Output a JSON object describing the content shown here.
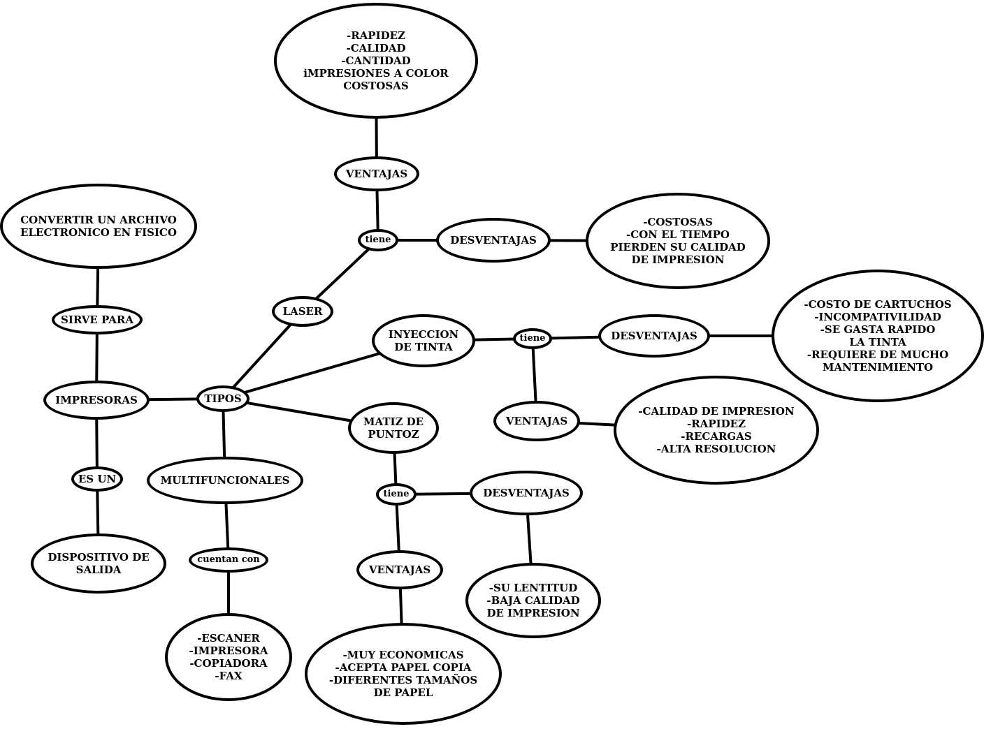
{
  "diagram": {
    "nodes": {
      "convertir": {
        "text": "CONVERTIR UN ARCHIVO\nELECTRONICO EN FISICO"
      },
      "sirve_para": {
        "text": "SIRVE PARA"
      },
      "impresoras": {
        "text": "IMPRESORAS"
      },
      "es_un": {
        "text": "ES UN"
      },
      "dispositivo": {
        "text": "DISPOSITIVO DE\nSALIDA"
      },
      "tipos": {
        "text": "TIPOS"
      },
      "multifuncionales": {
        "text": "MULTIFUNCIONALES"
      },
      "cuentan_con": {
        "text": "cuentan con"
      },
      "multi_items": {
        "text": "-ESCANER\n-IMPRESORA\n-COPIADORA\n-FAX"
      },
      "laser": {
        "text": "LASER"
      },
      "laser_tiene": {
        "text": "tiene"
      },
      "laser_ventajas": {
        "text": "VENTAJAS"
      },
      "laser_ventajas_items": {
        "text": "-RAPIDEZ\n-CALIDAD\n-CANTIDAD\niMPRESIONES A COLOR\nCOSTOSAS"
      },
      "laser_desventajas": {
        "text": "DESVENTAJAS"
      },
      "laser_desventajas_items": {
        "text": "-COSTOSAS\n-CON EL TIEMPO\nPIERDEN SU CALIDAD\nDE IMPRESION"
      },
      "inyeccion": {
        "text": "INYECCION\nDE TINTA"
      },
      "iny_tiene": {
        "text": "tiene"
      },
      "iny_desventajas": {
        "text": "DESVENTAJAS"
      },
      "iny_desventajas_items": {
        "text": "-COSTO DE CARTUCHOS\n-INCOMPATIVILIDAD\n-SE GASTA RAPIDO\nLA TINTA\n-REQUIERE DE MUCHO\nMANTENIMIENTO"
      },
      "iny_ventajas": {
        "text": "VENTAJAS"
      },
      "iny_ventajas_items": {
        "text": "-CALIDAD DE IMPRESION\n-RAPIDEZ\n-RECARGAS\n-ALTA  RESOLUCION"
      },
      "matiz": {
        "text": "MATIZ DE\nPUNTOZ"
      },
      "matiz_tiene": {
        "text": "tiene"
      },
      "matiz_desventajas": {
        "text": "DESVENTAJAS"
      },
      "matiz_desventajas_items": {
        "text": "-SU LENTITUD\n-BAJA CALIDAD\nDE IMPRESION"
      },
      "matiz_ventajas": {
        "text": "VENTAJAS"
      },
      "matiz_ventajas_items": {
        "text": "-MUY ECONOMICAS\n-ACEPTA PAPEL COPIA\n-DIFERENTES TAMAÑOS\nDE PAPEL"
      }
    },
    "edges": [
      [
        "convertir",
        "sirve_para"
      ],
      [
        "sirve_para",
        "impresoras"
      ],
      [
        "impresoras",
        "es_un"
      ],
      [
        "es_un",
        "dispositivo"
      ],
      [
        "impresoras",
        "tipos"
      ],
      [
        "tipos",
        "laser"
      ],
      [
        "tipos",
        "inyeccion"
      ],
      [
        "tipos",
        "matiz"
      ],
      [
        "tipos",
        "multifuncionales"
      ],
      [
        "multifuncionales",
        "cuentan_con"
      ],
      [
        "cuentan_con",
        "multi_items"
      ],
      [
        "laser",
        "laser_tiene"
      ],
      [
        "laser_tiene",
        "laser_ventajas"
      ],
      [
        "laser_ventajas",
        "laser_ventajas_items"
      ],
      [
        "laser_tiene",
        "laser_desventajas"
      ],
      [
        "laser_desventajas",
        "laser_desventajas_items"
      ],
      [
        "inyeccion",
        "iny_tiene"
      ],
      [
        "iny_tiene",
        "iny_desventajas"
      ],
      [
        "iny_desventajas",
        "iny_desventajas_items"
      ],
      [
        "iny_tiene",
        "iny_ventajas"
      ],
      [
        "iny_ventajas",
        "iny_ventajas_items"
      ],
      [
        "matiz",
        "matiz_tiene"
      ],
      [
        "matiz_tiene",
        "matiz_desventajas"
      ],
      [
        "matiz_desventajas",
        "matiz_desventajas_items"
      ],
      [
        "matiz_tiene",
        "matiz_ventajas"
      ],
      [
        "matiz_ventajas",
        "matiz_ventajas_items"
      ]
    ]
  }
}
